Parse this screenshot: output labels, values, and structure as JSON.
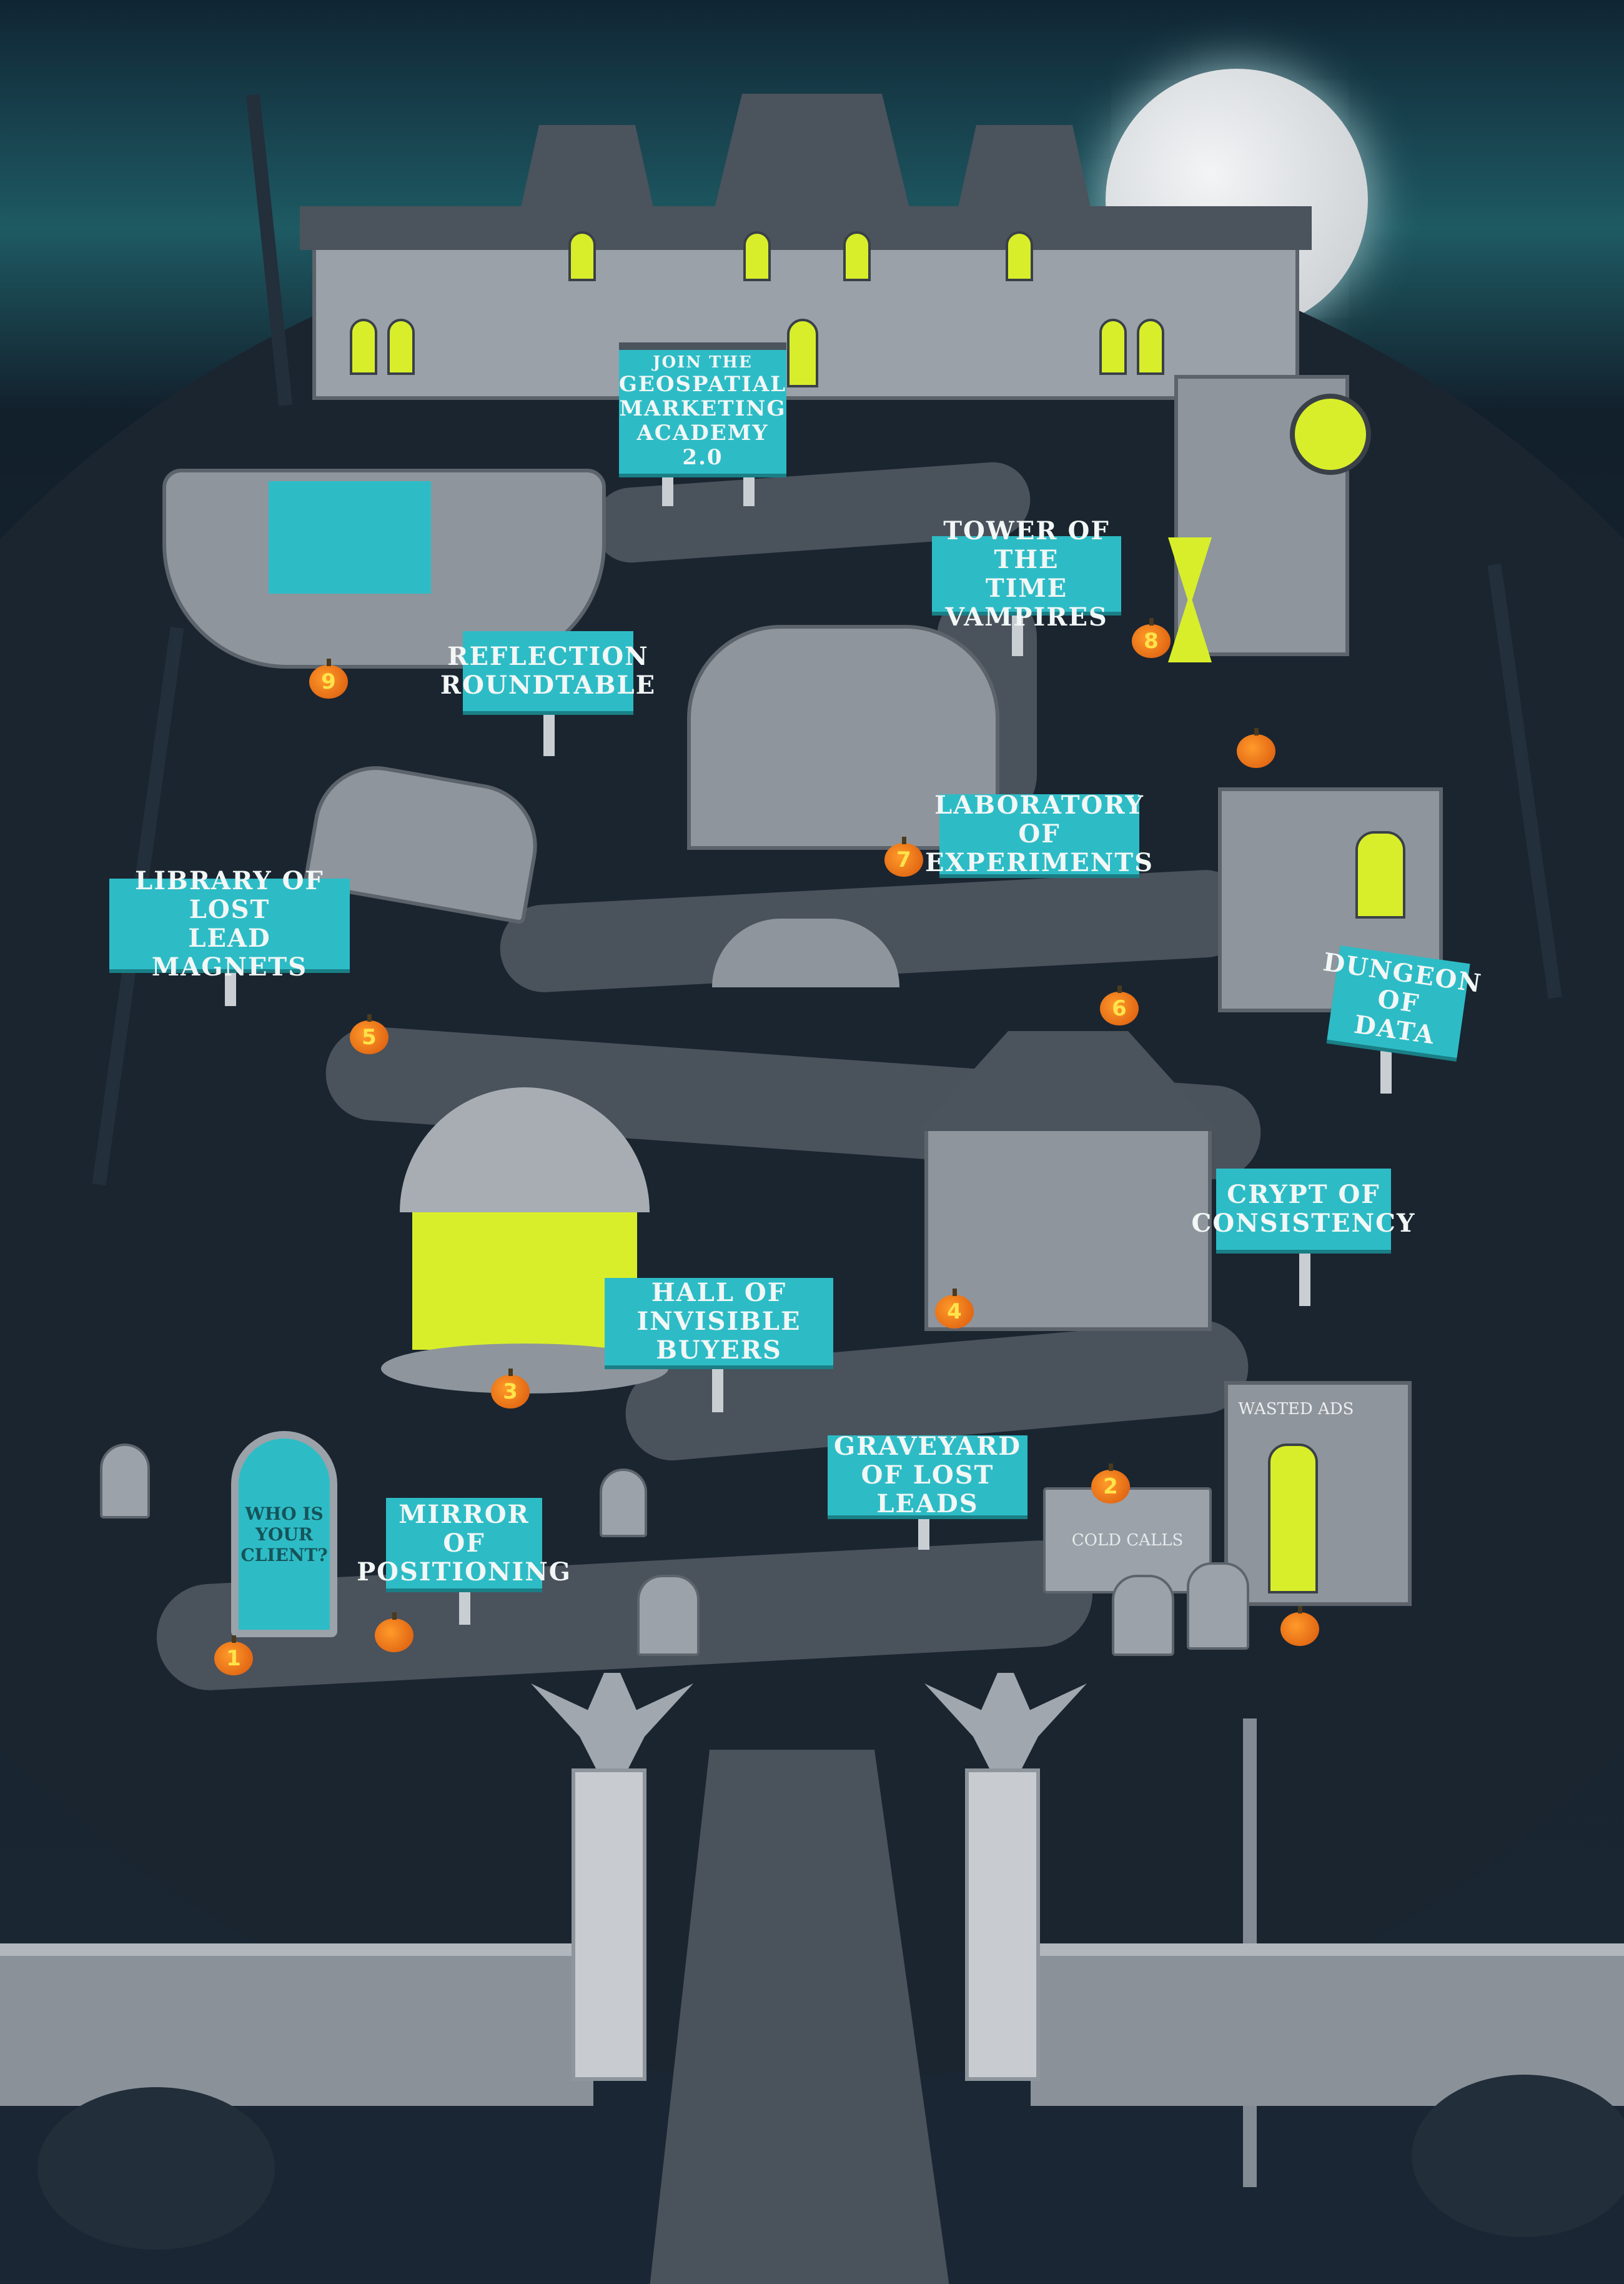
{
  "title_sign": {
    "line1": "Join the",
    "line2": "Geospatial",
    "line3": "Marketing",
    "line4": "Academy 2.0"
  },
  "locations": [
    {
      "number": "1",
      "line1": "Mirror of",
      "line2": "Positioning"
    },
    {
      "number": "2",
      "line1": "Graveyard",
      "line2": "of Lost Leads"
    },
    {
      "number": "3",
      "line1": "Hall of",
      "line2": "Invisible Buyers"
    },
    {
      "number": "4",
      "line1": "Crypt of",
      "line2": "Consistency"
    },
    {
      "number": "5",
      "line1": "Library of Lost",
      "line2": "Lead Magnets"
    },
    {
      "number": "6",
      "line1": "Dungeon",
      "line2": "of Data"
    },
    {
      "number": "7",
      "line1": "Laboratory of",
      "line2": "Experiments"
    },
    {
      "number": "8",
      "line1": "Tower of the",
      "line2": "Time Vampires"
    },
    {
      "number": "9",
      "line1": "Reflection",
      "line2": "Roundtable"
    }
  ],
  "props": {
    "mirror_text": "Who is your client?",
    "mausoleum_sign": "Wasted Ads",
    "tomb_text": "Cold Calls"
  },
  "colors": {
    "sign": "#2dbcc6",
    "glow": "#d8ee2a",
    "pumpkin": "#e8650f",
    "sky": "#1e5a63"
  }
}
